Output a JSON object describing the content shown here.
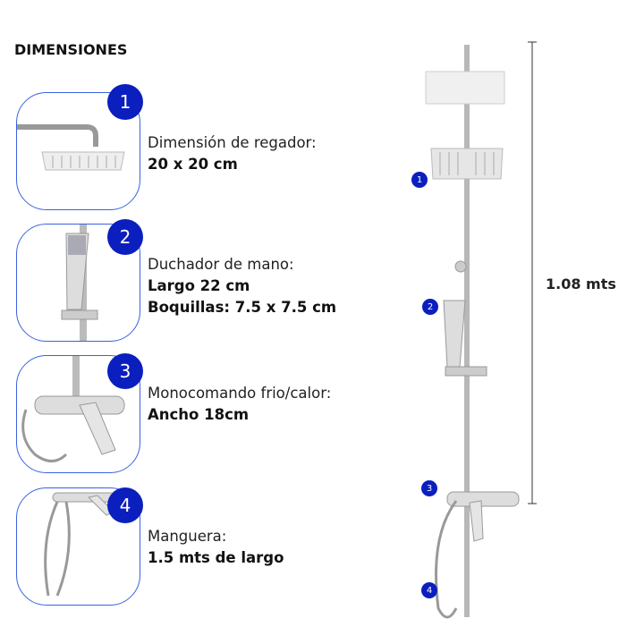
{
  "title": "DIMENSIONES",
  "items": [
    {
      "number": "1",
      "label": "Dimensión de regador:",
      "lines": [
        "20 x 20 cm"
      ]
    },
    {
      "number": "2",
      "label": "Duchador de mano:",
      "lines": [
        "Largo 22 cm",
        "Boquillas:  7.5 x 7.5 cm"
      ]
    },
    {
      "number": "3",
      "label": "Monocomando frio/calor:",
      "lines": [
        "Ancho  18cm"
      ]
    },
    {
      "number": "4",
      "label": "Manguera:",
      "lines": [
        "1.5 mts de largo"
      ]
    }
  ],
  "height_measure": "1.08 mts",
  "colors": {
    "accent": "#0b1fbf",
    "frame": "#3a62e0"
  }
}
